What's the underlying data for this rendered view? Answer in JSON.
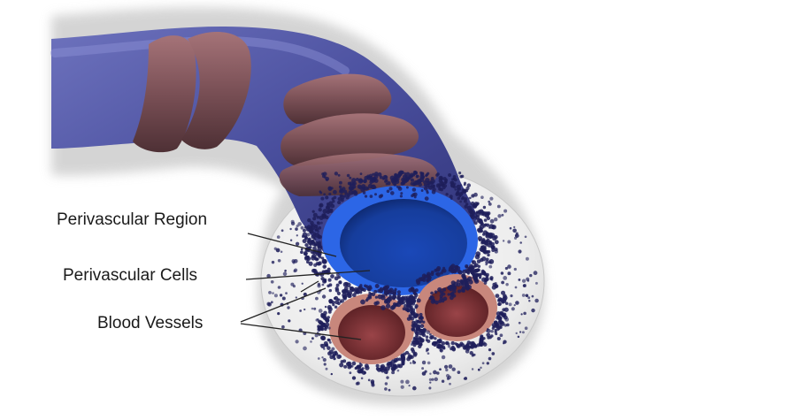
{
  "labels": {
    "perivascular_region": "Perivascular Region",
    "perivascular_cells": "Perivascular Cells",
    "blood_vessels": "Blood Vessels"
  },
  "colors": {
    "vessel_blue": "#4a4f9e",
    "vessel_blue_light": "#6c72c0",
    "lumen_blue": "#1e56d6",
    "lumen_dark": "#1a3e9c",
    "wrap_brown": "#7a5056",
    "wrap_brown_light": "#9c6a6e",
    "cell_dot": "#1e1e5a",
    "region_fill": "#e6e6e6",
    "shadow_gray": "#cfcfcf",
    "small_vessel": "#8a3a3e",
    "small_vessel_rim": "#c08078"
  }
}
